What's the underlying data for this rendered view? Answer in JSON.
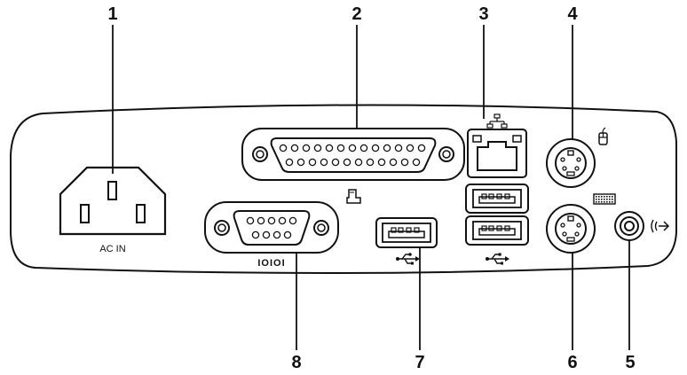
{
  "diagram": {
    "callouts": [
      {
        "id": "c1",
        "number": "1"
      },
      {
        "id": "c2",
        "number": "2"
      },
      {
        "id": "c3",
        "number": "3"
      },
      {
        "id": "c4",
        "number": "4"
      },
      {
        "id": "c5",
        "number": "5"
      },
      {
        "id": "c6",
        "number": "6"
      },
      {
        "id": "c7",
        "number": "7"
      },
      {
        "id": "c8",
        "number": "8"
      }
    ],
    "labels": {
      "power": "AC IN",
      "serial": "IOIOI"
    },
    "icons": {
      "network": "network-icon",
      "mouse": "mouse-icon",
      "keyboard": "keyboard-icon",
      "printer": "printer-icon",
      "usb": "usb-icon",
      "line_out": "line-out-icon"
    },
    "colors": {
      "ink": "#111111",
      "background": "#ffffff"
    }
  }
}
